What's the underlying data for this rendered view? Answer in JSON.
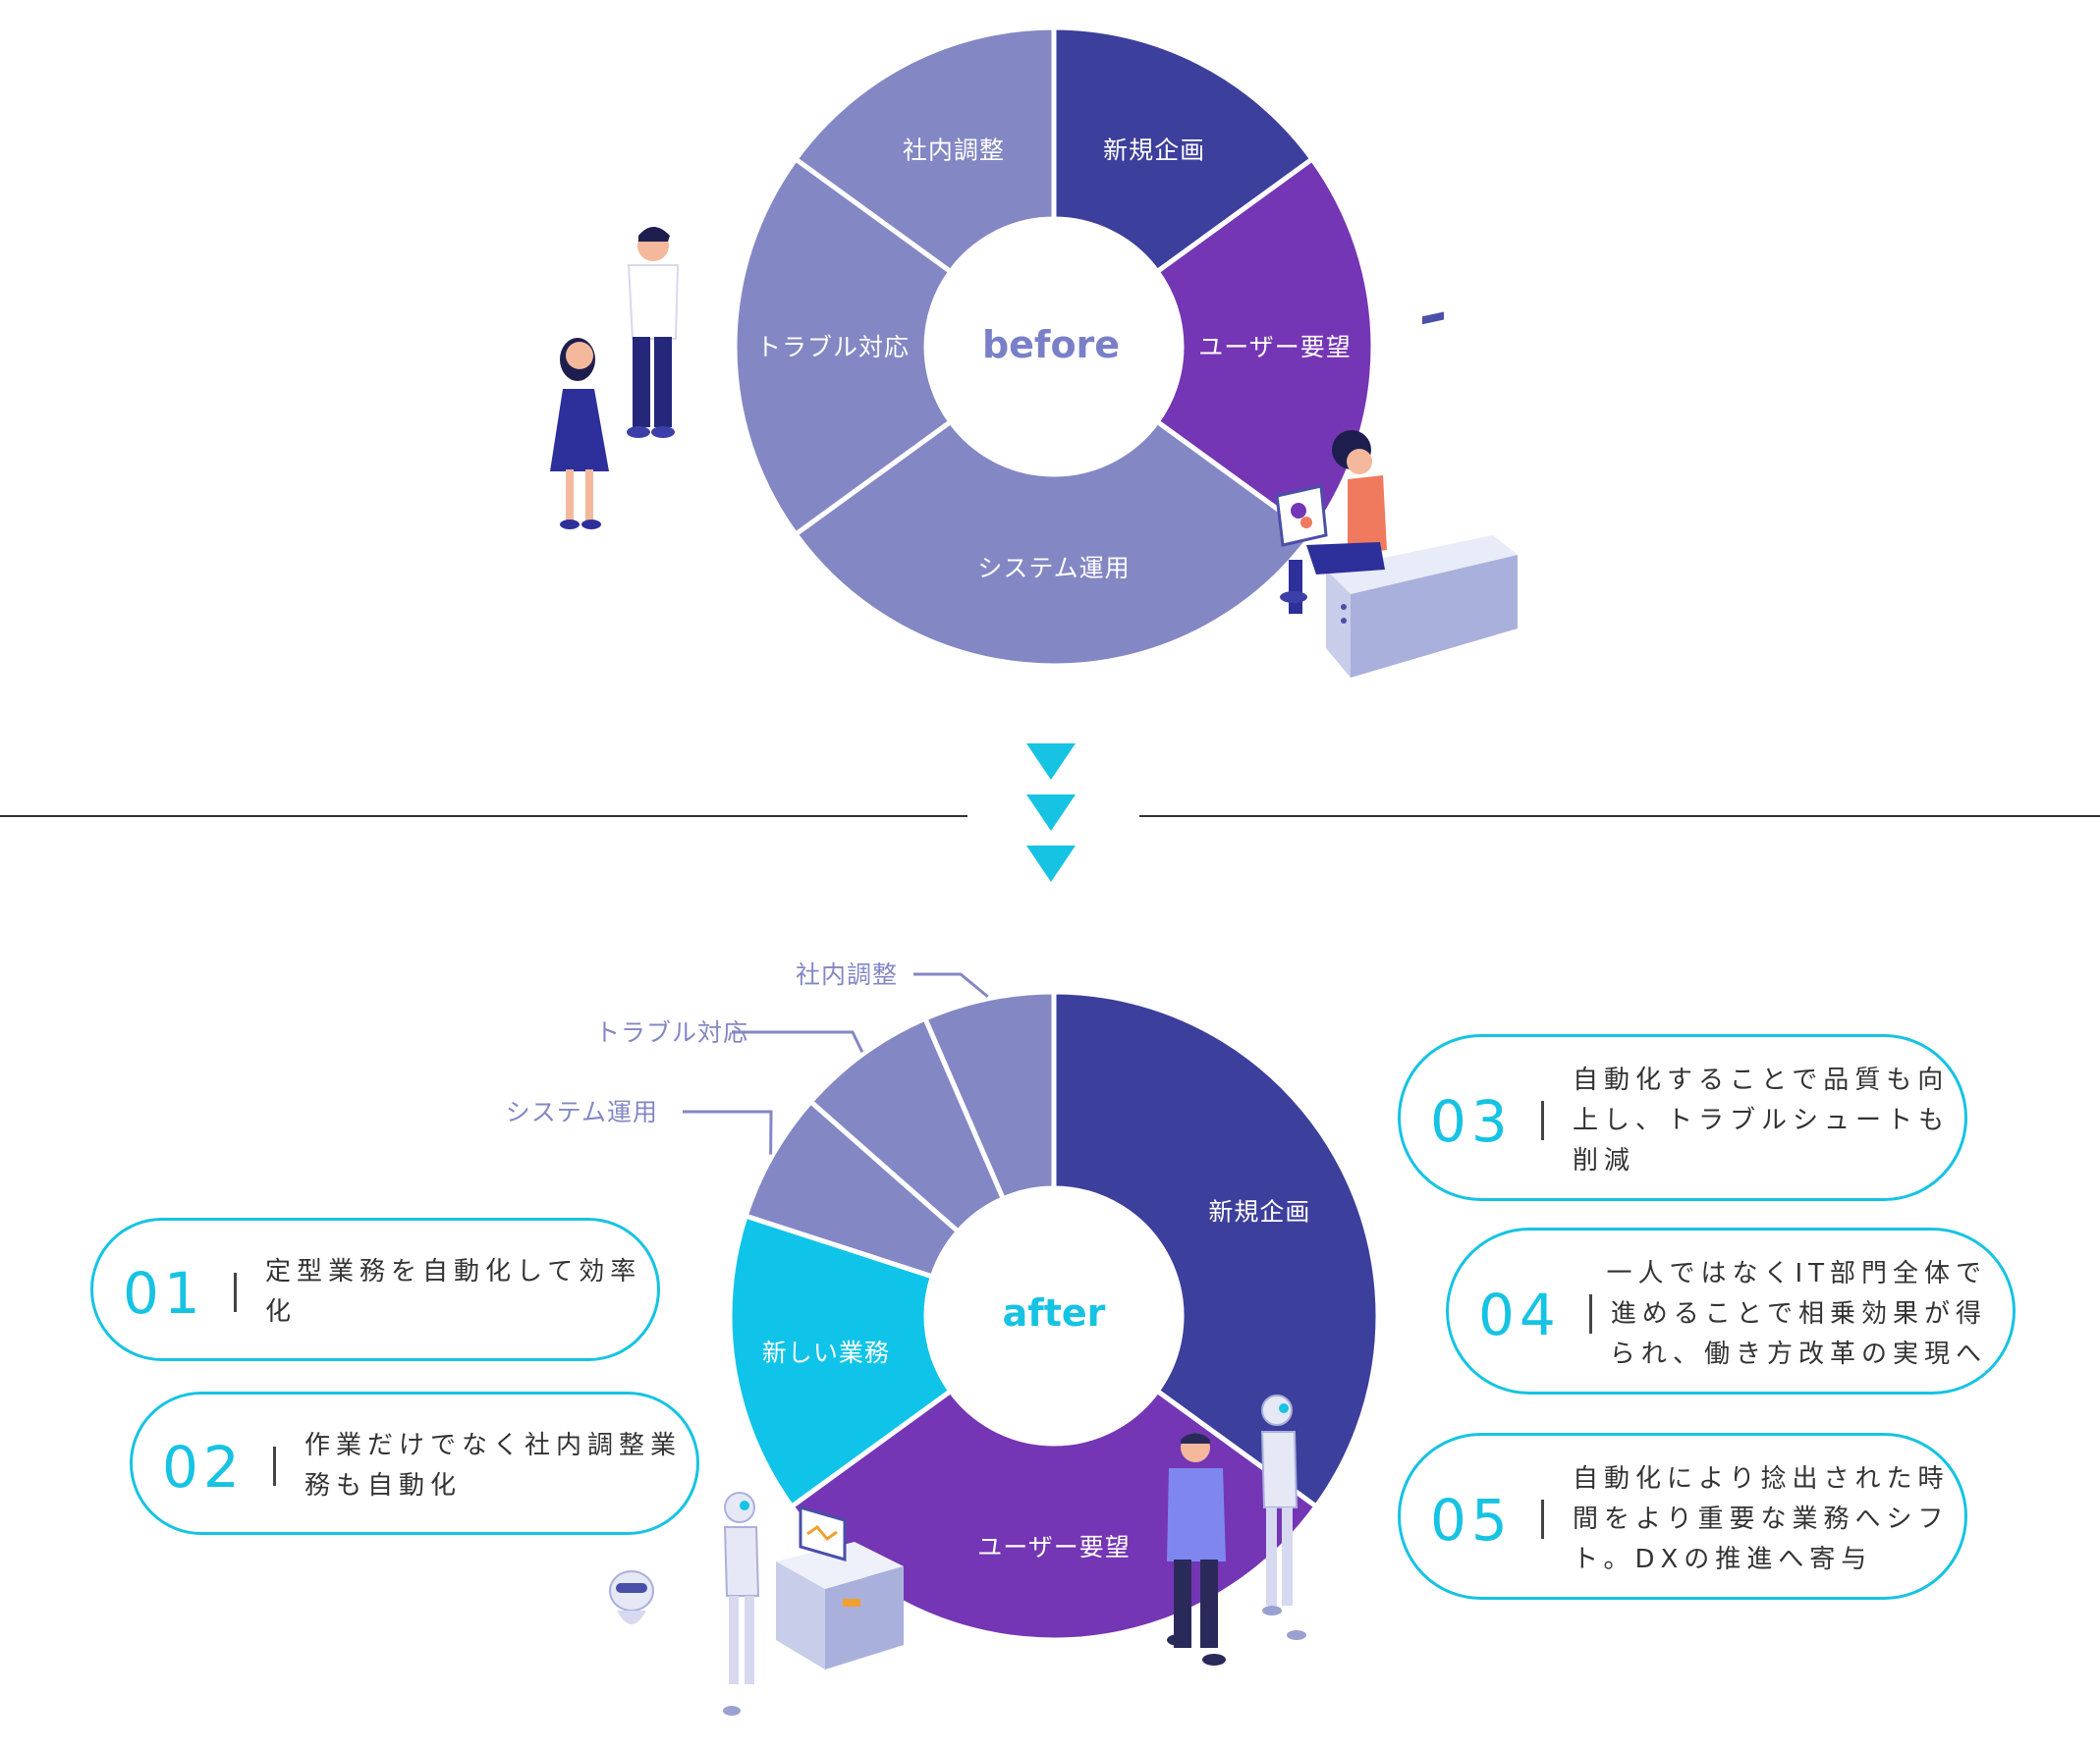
{
  "before": {
    "center_label": "before",
    "segments": [
      {
        "label": "新規企画",
        "share": 0.15,
        "color": "#3d3f9c",
        "text_color": "#ffffff"
      },
      {
        "label": "ユーザー要望",
        "share": 0.2,
        "color": "#7436b4",
        "text_color": "#ffffff"
      },
      {
        "label": "システム運用",
        "share": 0.3,
        "color": "#8387c4",
        "text_color": "#ffffff"
      },
      {
        "label": "トラブル対応",
        "share": 0.2,
        "color": "#8387c4",
        "text_color": "#ffffff"
      },
      {
        "label": "社内調整",
        "share": 0.15,
        "color": "#8387c4",
        "text_color": "#ffffff"
      }
    ]
  },
  "after": {
    "center_label": "after",
    "segments": [
      {
        "label": "新規企画",
        "share": 0.35,
        "color": "#3d3f9c",
        "text_color": "#ffffff",
        "callout": false
      },
      {
        "label": "ユーザー要望",
        "share": 0.3,
        "color": "#7436b4",
        "text_color": "#ffffff",
        "callout": false
      },
      {
        "label": "新しい業務",
        "share": 0.15,
        "color": "#0fc4e8",
        "text_color": "#ffffff",
        "callout": false
      },
      {
        "label": "システム運用",
        "share": 0.065,
        "color": "#8387c4",
        "text_color": "#8387c4",
        "callout": true
      },
      {
        "label": "トラブル対応",
        "share": 0.07,
        "color": "#8387c4",
        "text_color": "#8387c4",
        "callout": true
      },
      {
        "label": "社内調整",
        "share": 0.065,
        "color": "#8387c4",
        "text_color": "#8387c4",
        "callout": true
      }
    ]
  },
  "points": [
    {
      "num": "01",
      "text": "定型業務を自動化して効率\n化"
    },
    {
      "num": "02",
      "text": "作業だけでなく社内調整業\n務も自動化"
    },
    {
      "num": "03",
      "text": "自動化することで品質も向\n上し、トラブルシュートも\n削減"
    },
    {
      "num": "04",
      "text": "一人ではなくIT部門全体で\n進めることで相乗効果が得\nられ、働き方改革の実現へ"
    },
    {
      "num": "05",
      "text": "自動化により捻出された時\n間をより重要な業務へシフ\nト。DXの推進へ寄与"
    }
  ],
  "colors": {
    "accent": "#16c3e3",
    "divider": "#333333",
    "center_text_before": "#7a80c8",
    "center_text_after": "#16c3e3"
  }
}
